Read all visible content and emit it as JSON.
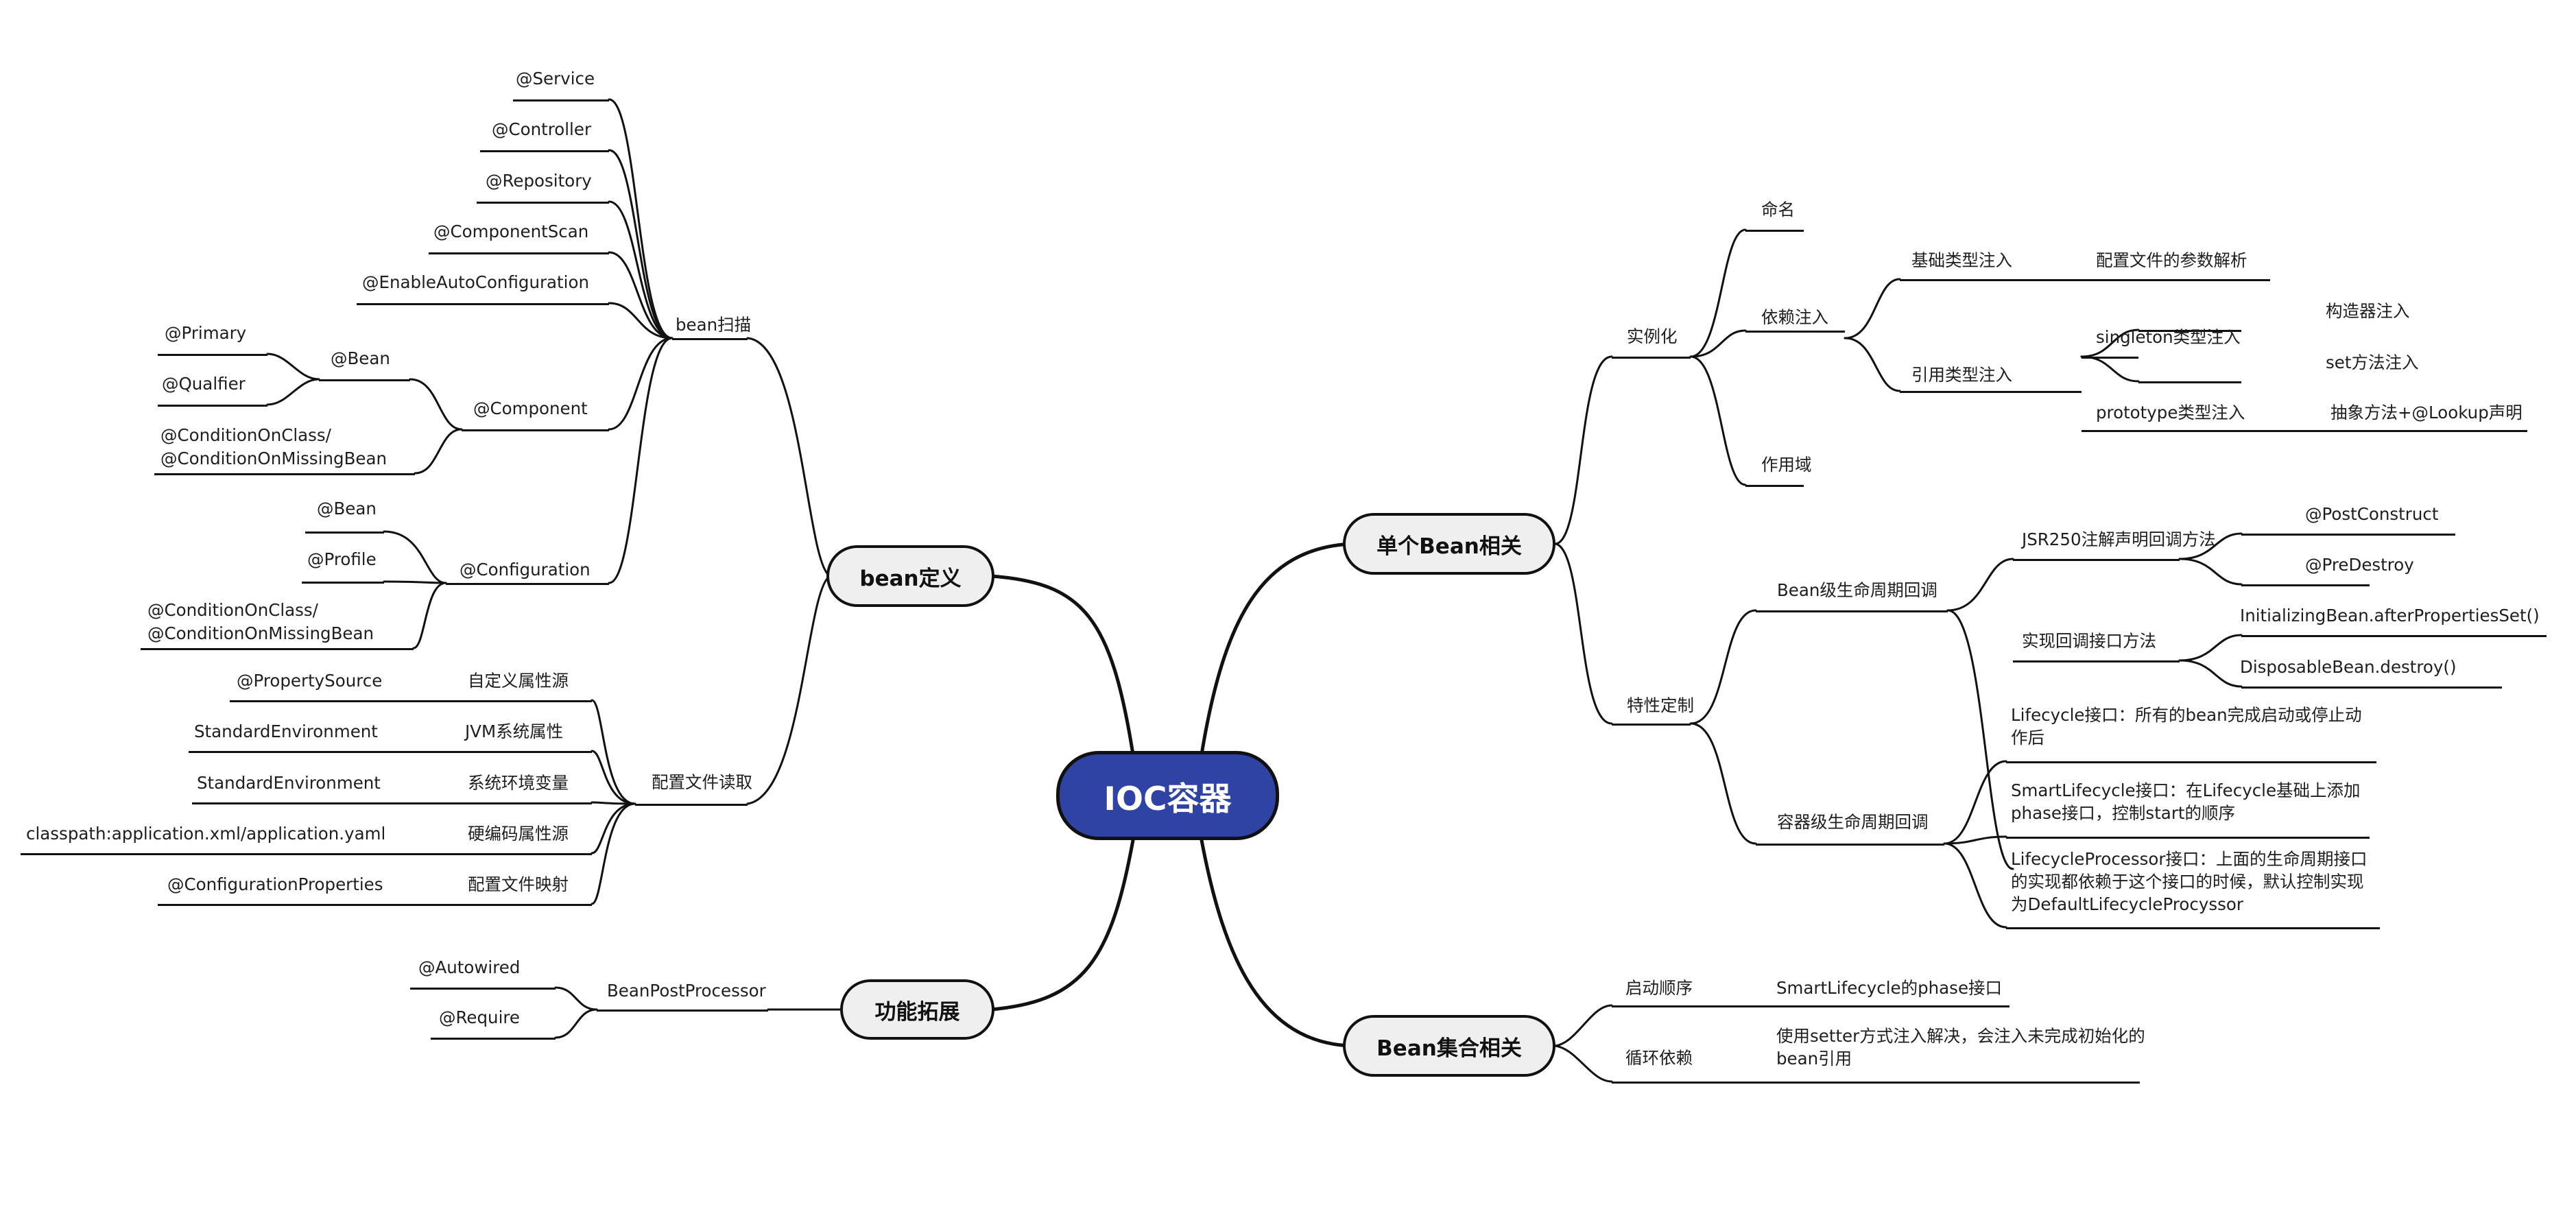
{
  "root": {
    "label": "IOC容器"
  },
  "branches": {
    "bean_def": "bean定义",
    "single_bean": "单个Bean相关",
    "bean_collection": "Bean集合相关",
    "extension": "功能拓展"
  },
  "bean_def": {
    "scan": {
      "label": "bean扫描",
      "annotations": [
        "@Service",
        "@Controller",
        "@Repository",
        "@ComponentScan",
        "@EnableAutoConfiguration"
      ],
      "component": {
        "label": "@Component",
        "bean": {
          "label": "@Bean",
          "children": [
            "@Primary",
            "@Qualfier"
          ]
        },
        "condition": "@ConditionOnClass/\n@ConditionOnMissingBean"
      },
      "configuration": {
        "label": "@Configuration",
        "children": [
          "@Bean",
          "@Profile"
        ],
        "condition": "@ConditionOnClass/\n@ConditionOnMissingBean"
      }
    },
    "config_read": {
      "label": "配置文件读取",
      "items": [
        {
          "label": "自定义属性源",
          "value": "@PropertySource"
        },
        {
          "label": "JVM系统属性",
          "value": "StandardEnvironment"
        },
        {
          "label": "系统环境变量",
          "value": "StandardEnvironment"
        },
        {
          "label": "硬编码属性源",
          "value": "classpath:application.xml/application.yaml"
        },
        {
          "label": "配置文件映射",
          "value": "@ConfigurationProperties"
        }
      ]
    }
  },
  "extension": {
    "processor": {
      "label": "BeanPostProcessor",
      "children": [
        "@Autowired",
        "@Require"
      ]
    }
  },
  "single_bean": {
    "instantiation": {
      "label": "实例化",
      "naming": "命名",
      "di": {
        "label": "依赖注入",
        "basic": {
          "label": "基础类型注入",
          "child": "配置文件的参数解析"
        },
        "ref": {
          "label": "引用类型注入",
          "singleton": {
            "label": "singleton类型注入",
            "children": [
              "构造器注入",
              "set方法注入"
            ]
          },
          "prototype": {
            "label": "prototype类型注入",
            "child": "抽象方法+@Lookup声明"
          }
        }
      },
      "scope": "作用域"
    },
    "customization": {
      "label": "特性定制",
      "bean_level": {
        "label": "Bean级生命周期回调",
        "jsr": {
          "label": "JSR250注解声明回调方法",
          "children": [
            "@PostConstruct",
            "@PreDestroy"
          ]
        },
        "iface": {
          "label": "实现回调接口方法",
          "children": [
            "InitializingBean.afterPropertiesSet()",
            "DisposableBean.destroy()"
          ]
        }
      },
      "container_level": {
        "label": "容器级生命周期回调",
        "items": [
          "Lifecycle接口：所有的bean完成启动或停止动作后",
          "SmartLifecycle接口：在Lifecycle基础上添加phase接口，控制start的顺序",
          "LifecycleProcessor接口：上面的生命周期接口的实现都依赖于这个接口的时候，默认控制实现为DefaultLifecycleProcyssor"
        ]
      }
    }
  },
  "bean_collection": {
    "startup": {
      "label": "启动顺序",
      "child": "SmartLifecycle的phase接口"
    },
    "circular": {
      "label": "循环依赖",
      "child": "使用setter方式注入解决，会注入未完成初始化的bean引用"
    }
  }
}
